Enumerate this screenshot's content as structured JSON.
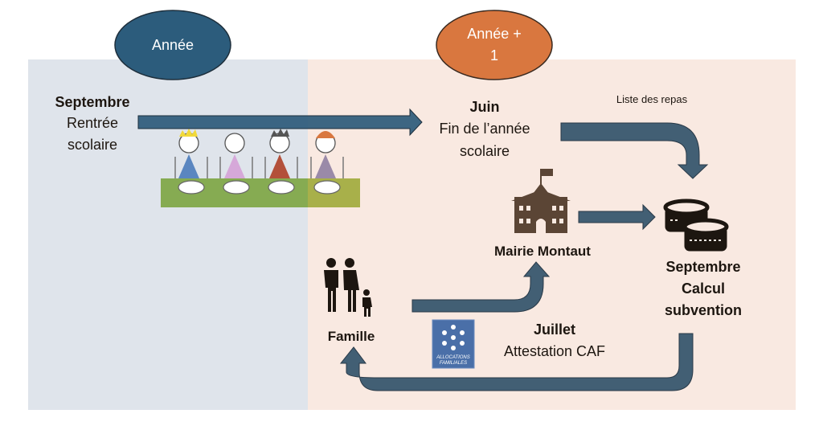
{
  "header": {
    "year_label": "Année",
    "next_year_label_line1": "Année +",
    "next_year_label_line2": "1"
  },
  "colors": {
    "year": "#2c5c7c",
    "next_year": "#d9773f",
    "left_panel": "#dfe4eb",
    "right_panel": "#f9e9e1",
    "arrow": "#425f74"
  },
  "nodes": {
    "rentree": {
      "title": "Septembre",
      "line1": "Rentrée",
      "line2": "scolaire"
    },
    "fin_annee": {
      "title": "Juin",
      "line1": "Fin de l’année",
      "line2": "scolaire"
    },
    "liste_repas": "Liste des repas",
    "mairie": {
      "label": "Mairie Montaut",
      "icon": "town-hall-icon"
    },
    "calcul": {
      "line1": "Septembre",
      "line2": "Calcul",
      "line3": "subvention",
      "icon": "coins-icon"
    },
    "famille": {
      "label": "Famille",
      "icon": "family-icon"
    },
    "caf": {
      "title": "Juillet",
      "line1": "Attestation CAF",
      "logo_text1": "ALLOCATIONS",
      "logo_text2": "FAMILIALES"
    }
  }
}
